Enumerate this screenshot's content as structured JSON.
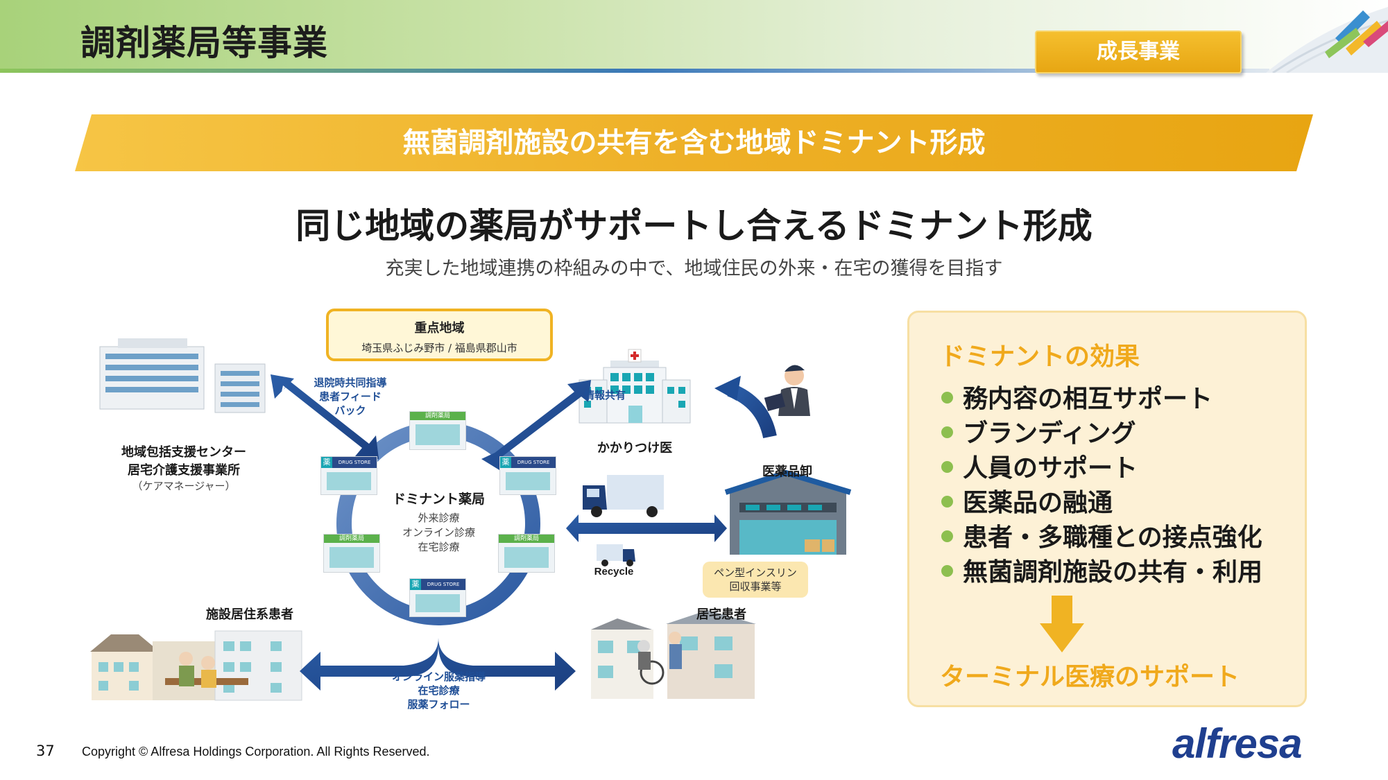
{
  "header": {
    "title": "調剤薬局等事業",
    "badge": "成長事業"
  },
  "banner": {
    "text": "無菌調剤施設の共有を含む地域ドミナント形成"
  },
  "main": {
    "heading": "同じ地域の薬局がサポートし合えるドミナント形成",
    "subheading": "充実した地域連携の枠組みの中で、地域住民の外来・在宅の獲得を目指す"
  },
  "diagram": {
    "callout_title": "重点地域",
    "callout_sub": "埼玉県ふじみ野市 / 福島県郡山市",
    "center_title": "ドミナント薬局",
    "center_lines": [
      "外来診療",
      "オンライン診療",
      "在宅診療"
    ],
    "arrow_left_top": [
      "退院時共同指導",
      "患者フィード",
      "バック"
    ],
    "arrow_right_top": "情報共有",
    "care_center": [
      "地域包括支援センター",
      "居宅介護支援事業所",
      "（ケアマネージャー）"
    ],
    "doctor": "かかりつけ医",
    "wholesaler": "医薬品卸",
    "recycle": "Recycle",
    "recycle_note": [
      "ペン型インスリン",
      "回収事業等"
    ],
    "facility_patients": "施設居住系患者",
    "home_patients": "居宅患者",
    "bottom_arrow": [
      "オンライン服薬指導",
      "在宅診療",
      "服薬フォロー"
    ],
    "store_sign": "調剤薬局",
    "store_kanji": "薬",
    "drug_store": "DRUG STORE"
  },
  "effects": {
    "title": "ドミナントの効果",
    "items": [
      "務内容の相互サポート",
      "ブランディング",
      "人員のサポート",
      "医薬品の融通",
      "患者・多職種との接点強化",
      "無菌調剤施設の共有・利用"
    ],
    "result": "ターミナル医療のサポート"
  },
  "footer": {
    "page_number": "37",
    "copyright": "Copyright © Alfresa Holdings Corporation. All Rights Reserved.",
    "logo": "alfresa"
  },
  "colors": {
    "accent": "#f0a91c",
    "blue": "#1f4e96",
    "green": "#8dbf4f"
  }
}
